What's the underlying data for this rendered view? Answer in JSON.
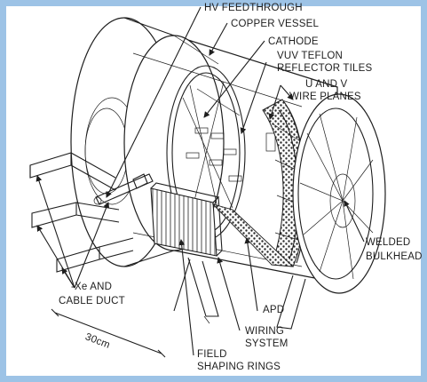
{
  "labels": {
    "hv_feedthrough": "HV FEEDTHROUGH",
    "copper_vessel": "COPPER VESSEL",
    "cathode": "CATHODE",
    "vuv_teflon_1": "VUV TEFLON",
    "vuv_teflon_2": "REFLECTOR TILES",
    "wire_planes_1": "U AND V",
    "wire_planes_2": "WIRE PLANES",
    "welded_1": "WELDED",
    "welded_2": "BULKHEAD",
    "xe_duct_1": "-Xe AND",
    "xe_duct_2": "CABLE DUCT",
    "apd": "APD",
    "wiring_1": "WIRING",
    "wiring_2": "SYSTEM",
    "field_1": "FIELD",
    "field_2": "SHAPING RINGS",
    "scale": "30cm"
  },
  "colors": {
    "frame": "#9dc3e6",
    "ink": "#1e1e1e"
  }
}
